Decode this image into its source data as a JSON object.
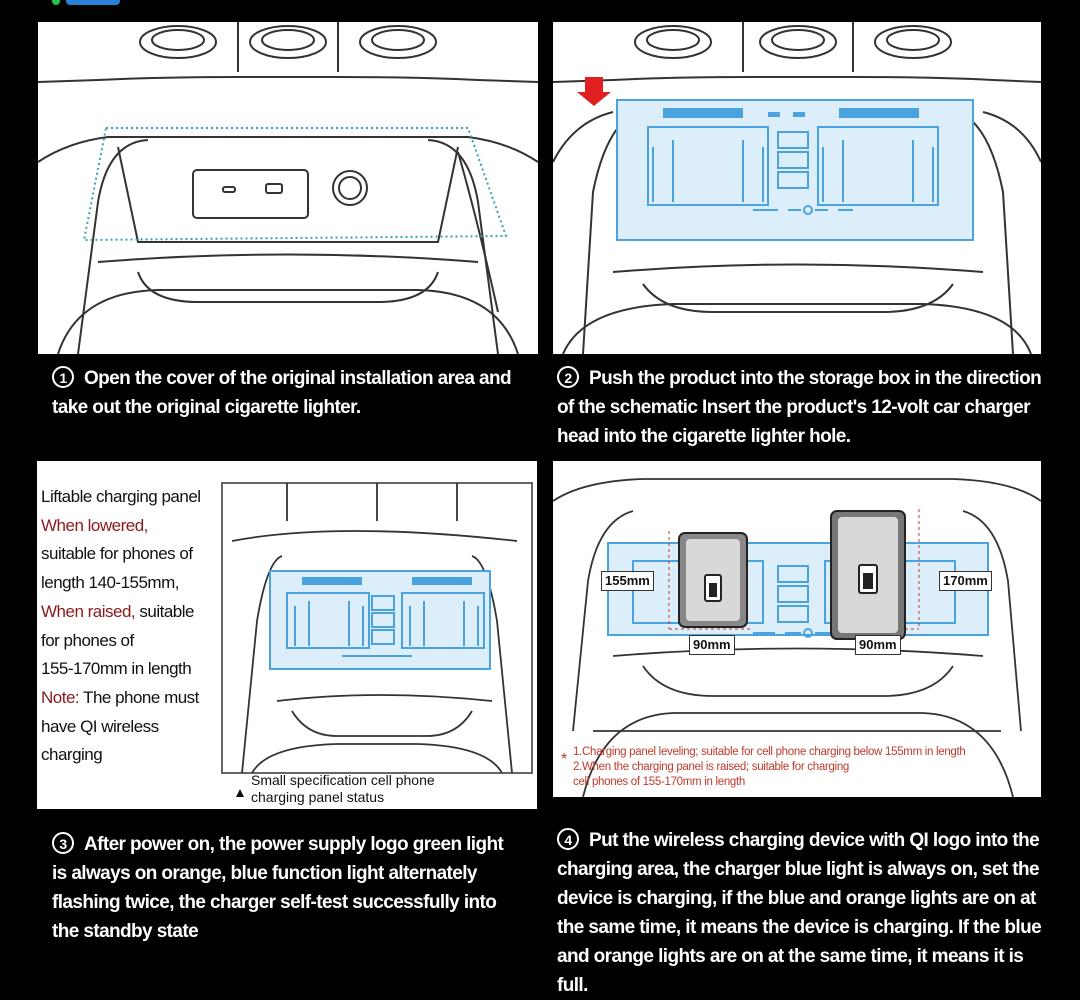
{
  "steps": [
    {
      "num": "1",
      "text": "Open the cover of the original installation area and take out the original cigarette lighter."
    },
    {
      "num": "2",
      "text": "Push the product into the storage box in the direction of the schematic Insert the product's 12-volt car charger head into the cigarette lighter hole."
    },
    {
      "num": "3",
      "text": "After power on, the power supply logo green light is always on orange, blue function light alternately flashing twice, the charger self-test successfully into the standby state"
    },
    {
      "num": "4",
      "text": "Put the wireless charging device with QI logo into the charging area, the charger blue light is always on, set the device is charging, if the blue and orange lights are on at the same time, it means the device is charging. If the blue and orange lights are on at the same time, it means it is full."
    }
  ],
  "panel3": {
    "lines": [
      {
        "text": "Liftable charging panel",
        "red": false
      },
      {
        "text": "When lowered,",
        "red": true
      },
      {
        "text": "suitable for phones of",
        "red": false
      },
      {
        "text": "length 140-155mm,",
        "red": false
      },
      {
        "text": "When raised,",
        "red": true,
        "tail": " suitable"
      },
      {
        "text": "for phones of",
        "red": false
      },
      {
        "text": "155-170mm in length",
        "red": false
      },
      {
        "text": "Note:",
        "red": true,
        "tail": " The phone must"
      },
      {
        "text": "have QI wireless",
        "red": false
      },
      {
        "text": "charging",
        "red": false
      }
    ],
    "spec_note_line1": "Small specification cell phone",
    "spec_note_line2": "charging panel status"
  },
  "panel4": {
    "measure_left_height": "155mm",
    "measure_right_height": "170mm",
    "measure_left_width": "90mm",
    "measure_right_width": "90mm",
    "note_line1": "1.Charging panel leveling; suitable for cell phone charging below 155mm in length",
    "note_line2": "2.When the charging panel is raised; suitable for charging",
    "note_line3": "cell phones of 155-170mm in length"
  },
  "colors": {
    "background": "#000000",
    "accent_blue": "#4aa3df",
    "panel_fill": "#dceefa",
    "arrow_red": "#e02020",
    "note_red": "#8b1a1a"
  }
}
